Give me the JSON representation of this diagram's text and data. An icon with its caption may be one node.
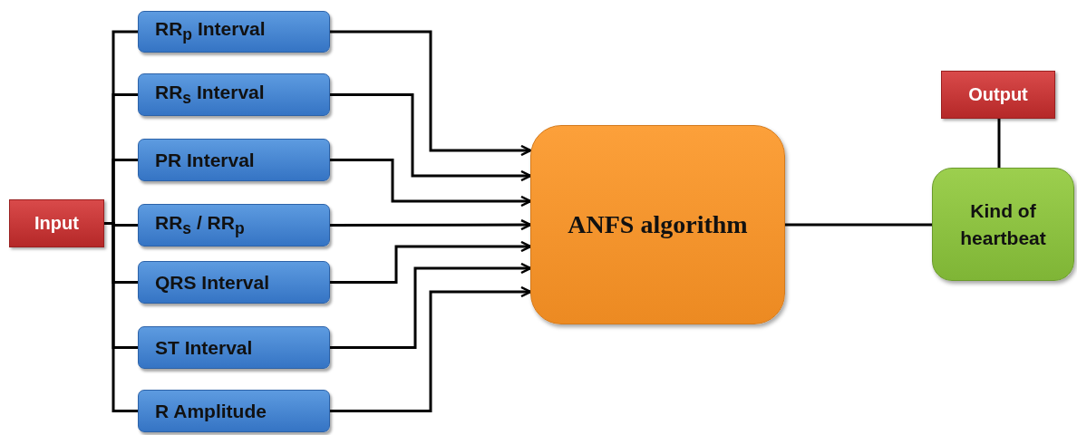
{
  "diagram": {
    "nodes": [
      {
        "text": [
          "Input"
        ]
      },
      {
        "text": [
          "RR$_{p}$ Interval"
        ]
      },
      {
        "text": [
          "RR$_{s}$ Interval"
        ]
      },
      {
        "text": [
          "PR Interval"
        ]
      },
      {
        "text": [
          "RR$_{s}$ / RR$_{p}$"
        ]
      },
      {
        "text": [
          "QRS Interval"
        ]
      },
      {
        "text": [
          "ST Interval"
        ]
      },
      {
        "text": [
          "R Amplitude"
        ]
      },
      {
        "text": [
          "ANFS algorithm"
        ]
      },
      {
        "text": [
          "Kind of heartbeat"
        ]
      },
      {
        "text": [
          "Output"
        ]
      }
    ],
    "edges": [
      {
        "from": 0,
        "to": 1,
        "arrow": "none"
      },
      {
        "from": 0,
        "to": 2,
        "arrow": "none"
      },
      {
        "from": 0,
        "to": 3,
        "arrow": "none"
      },
      {
        "from": 0,
        "to": 4,
        "arrow": "none"
      },
      {
        "from": 0,
        "to": 5,
        "arrow": "none"
      },
      {
        "from": 0,
        "to": 6,
        "arrow": "none"
      },
      {
        "from": 0,
        "to": 7,
        "arrow": "none"
      },
      {
        "from": 1,
        "to": 8,
        "arrow": "to"
      },
      {
        "from": 2,
        "to": 8,
        "arrow": "to"
      },
      {
        "from": 3,
        "to": 8,
        "arrow": "to"
      },
      {
        "from": 4,
        "to": 8,
        "arrow": "to"
      },
      {
        "from": 5,
        "to": 8,
        "arrow": "to"
      },
      {
        "from": 6,
        "to": 8,
        "arrow": "to"
      },
      {
        "from": 7,
        "to": 8,
        "arrow": "to"
      },
      {
        "from": 8,
        "to": 9,
        "arrow": "none"
      },
      {
        "from": 9,
        "to": 10,
        "arrow": "none"
      }
    ]
  }
}
